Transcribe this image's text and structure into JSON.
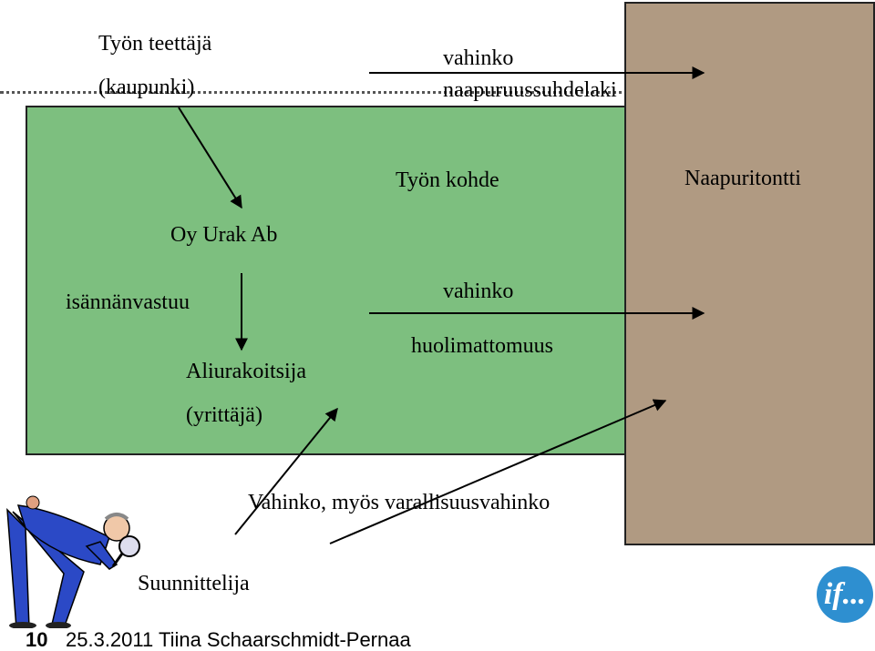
{
  "labels": {
    "employer": "Työn teettäjä",
    "employer_sub": "(kaupunki)",
    "damage_top": "vahinko",
    "neighbor_law": "naapuruussuhdelaki",
    "work_target": "Työn kohde",
    "neighbor_plot": "Naapuritontti",
    "contractor": "Oy Urak Ab",
    "principal_liability": "isännänvastuu",
    "subcontractor": "Aliurakoitsija",
    "subcontractor_sub": "(yrittäjä)",
    "damage_mid": "vahinko",
    "negligence": "huolimattomuus",
    "property_damage": "Vahinko, myös varallisuusvahinko",
    "designer": "Suunnittelija"
  },
  "footer": {
    "slide_number": "10",
    "date_author": "25.3.2011 Tiina Schaarschmidt-Pernaa"
  },
  "logo": {
    "text": "if..."
  },
  "colors": {
    "work_area": "#7dbf7f",
    "neighbor_area": "#b09a82",
    "logo": "#2e8fd0"
  },
  "icons": [
    "detective-clipart-icon",
    "arrow-icon"
  ]
}
